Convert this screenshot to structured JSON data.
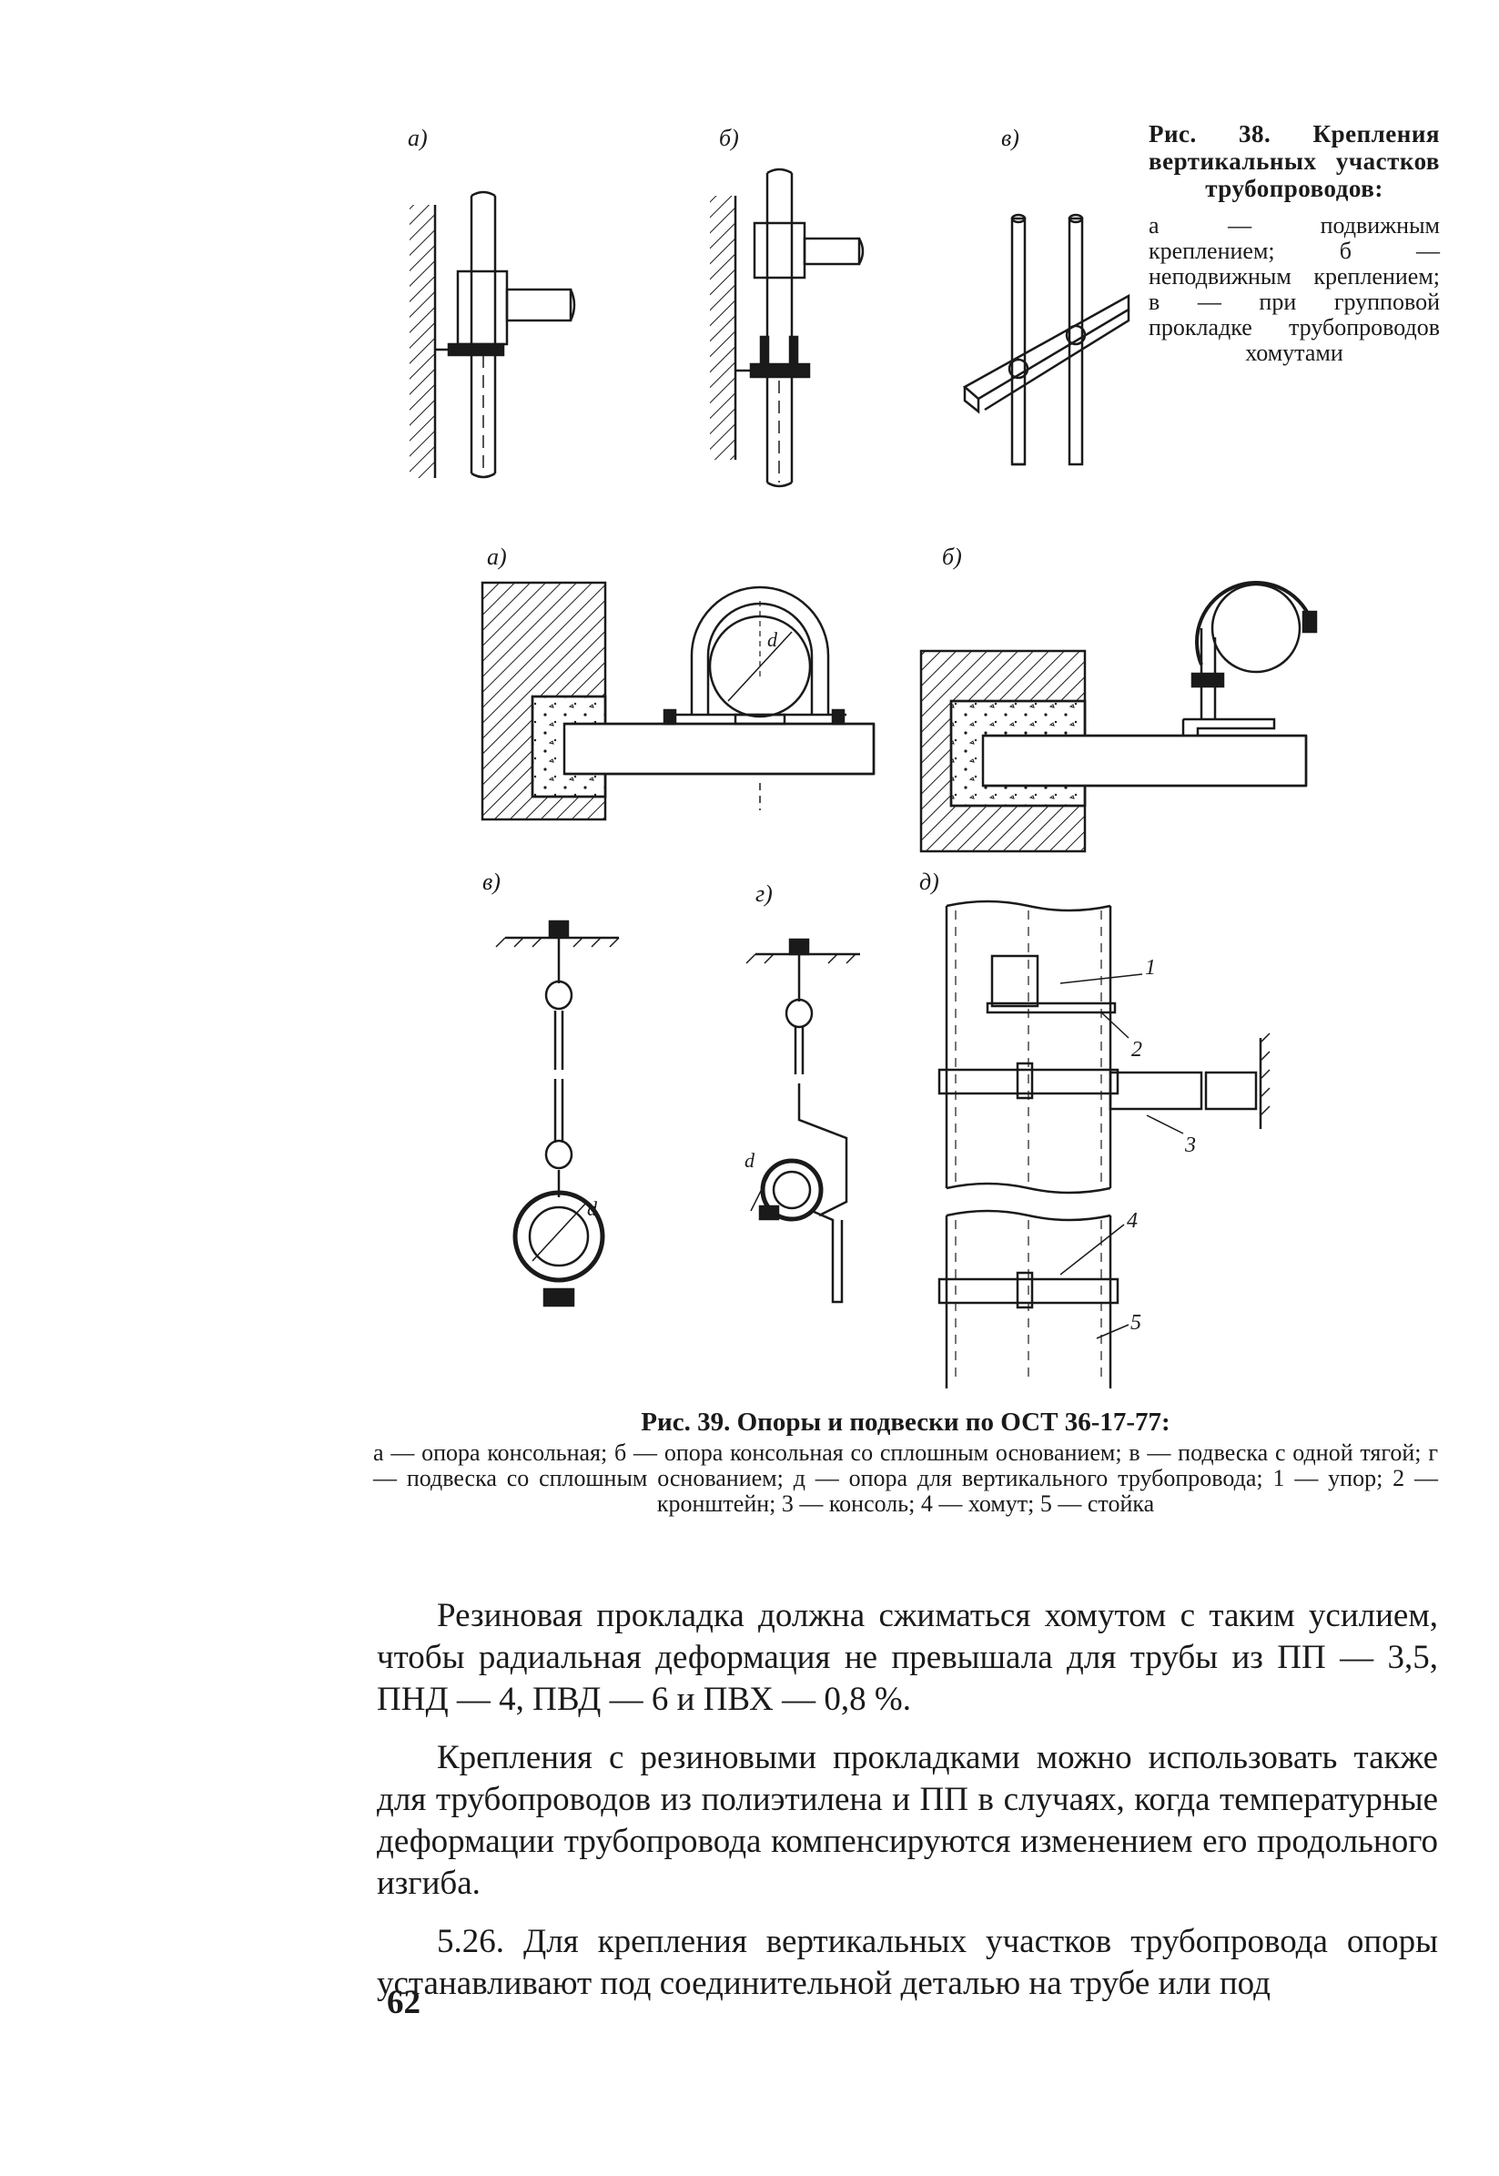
{
  "figure38": {
    "panel_labels": [
      "а)",
      "б)",
      "в)"
    ],
    "caption_title": "Рис. 38. Крепления вертикальных участков трубопроводов:",
    "caption_desc": "а — подвижным креплением; б — неподвижным креплением; в — при групповой прокладке трубопроводов хомутами"
  },
  "figure39": {
    "panel_labels": [
      "а)",
      "б)",
      "в)",
      "г)",
      "д)"
    ],
    "dimension_labels": [
      "d",
      "d",
      "d"
    ],
    "callouts": [
      "1",
      "2",
      "3",
      "4",
      "5"
    ],
    "caption_title": "Рис. 39. Опоры и подвески по ОСТ 36-17-77:",
    "caption_desc": "а — опора консольная; б — опора консольная со сплошным основанием; в — подвеска с одной тягой; г — подвеска со сплошным основанием; д — опора для вертикального трубопровода; 1 — упор; 2 — кронштейн; 3 — консоль; 4 — хомут; 5 — стойка"
  },
  "body": {
    "paragraphs": [
      "Резиновая прокладка должна сжиматься хомутом с таким усилием, чтобы радиальная деформация не превышала для трубы из ПП — 3,5, ПНД — 4, ПВД — 6 и ПВХ — 0,8 %.",
      "Крепления с резиновыми прокладками можно использовать также для трубопроводов из полиэтилена и ПП в случаях, когда температурные деформации трубопровода компенсируются изменением его продольного изгиба.",
      "5.26. Для крепления вертикальных участков трубопровода опоры устанавливают под соединительной деталью на трубе или под"
    ]
  },
  "page_number": "62"
}
